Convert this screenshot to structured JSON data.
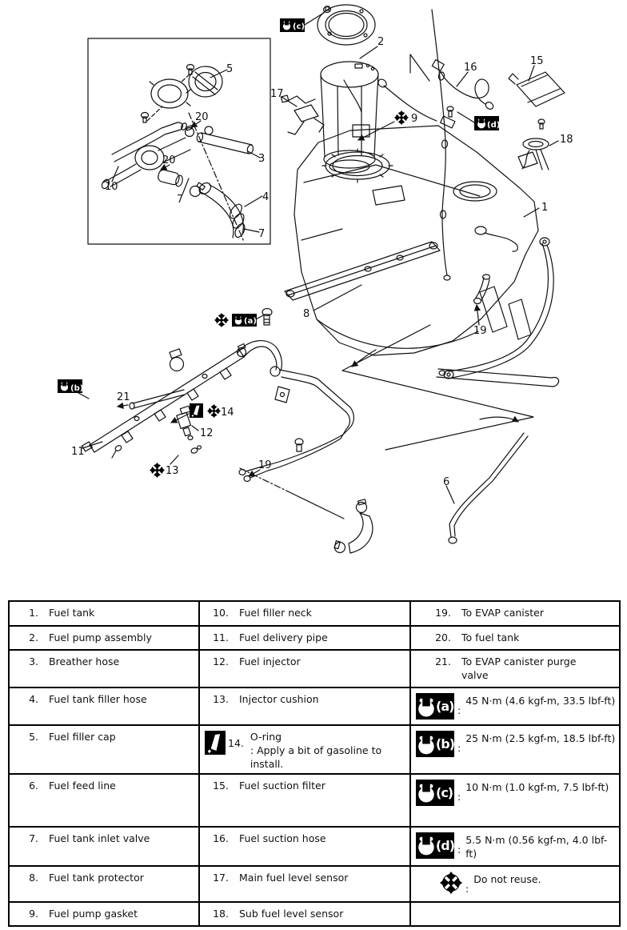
{
  "page": {
    "background": "#ffffff",
    "line_color": "#111111"
  },
  "diagram": {
    "callouts": {
      "c1": "1",
      "c2": "2",
      "c3": "3",
      "c4": "4",
      "c5": "5",
      "c6": "6",
      "c7a": "7",
      "c7b": "7",
      "c8": "8",
      "c9": "9",
      "c10": "10",
      "c11": "11",
      "c12": "12",
      "c13": "13",
      "c14": "14",
      "c15": "15",
      "c16": "16",
      "c17": "17",
      "c18": "18",
      "c19a": "19",
      "c19b": "19",
      "c20a": "20",
      "c20b": "20",
      "c21": "21"
    },
    "badges": {
      "a": "(a)",
      "b": "(b)",
      "c": "(c)",
      "d": "(d)"
    }
  },
  "table": {
    "col1": [
      {
        "num": "1.",
        "text": "Fuel tank"
      },
      {
        "num": "2.",
        "text": "Fuel pump assembly"
      },
      {
        "num": "3.",
        "text": "Breather hose"
      },
      {
        "num": "4.",
        "text": "Fuel tank filler hose"
      },
      {
        "num": "5.",
        "text": "Fuel filler cap"
      },
      {
        "num": "6.",
        "text": "Fuel feed line"
      },
      {
        "num": "7.",
        "text": "Fuel tank inlet valve"
      },
      {
        "num": "8.",
        "text": "Fuel tank protector"
      },
      {
        "num": "9.",
        "text": "Fuel pump gasket"
      }
    ],
    "col2": [
      {
        "num": "10.",
        "text": "Fuel filler neck"
      },
      {
        "num": "11.",
        "text": "Fuel delivery pipe"
      },
      {
        "num": "12.",
        "text": "Fuel injector"
      },
      {
        "num": "13.",
        "text": "Injector cushion"
      },
      {
        "num": "14.",
        "text": "O-ring",
        "note": ": Apply a bit of gasoline to install.",
        "icon": "grease-brush"
      },
      {
        "num": "15.",
        "text": "Fuel suction filter"
      },
      {
        "num": "16.",
        "text": "Fuel suction hose"
      },
      {
        "num": "17.",
        "text": "Main fuel level sensor"
      },
      {
        "num": "18.",
        "text": "Sub fuel level sensor"
      }
    ],
    "col3": [
      {
        "num": "19.",
        "text": "To EVAP canister"
      },
      {
        "num": "20.",
        "text": "To fuel tank"
      },
      {
        "num": "21.",
        "text": "To EVAP canister purge valve"
      },
      {
        "icon": "torque-wrench",
        "letter": "(a)",
        "colon": ":",
        "text": "45 N·m (4.6 kgf-m, 33.5 lbf-ft)"
      },
      {
        "icon": "torque-wrench",
        "letter": "(b)",
        "colon": ":",
        "text": "25 N·m (2.5 kgf-m, 18.5 lbf-ft)"
      },
      {
        "icon": "torque-wrench",
        "letter": "(c)",
        "colon": ":",
        "text": "10 N·m (1.0 kgf-m, 7.5 lbf-ft)"
      },
      {
        "icon": "torque-wrench",
        "letter": "(d)",
        "colon": ":",
        "text": "5.5 N·m (0.56 kgf-m, 4.0 lbf-ft)"
      },
      {
        "icon": "do-not-reuse",
        "colon": ":",
        "text": "Do not reuse."
      },
      {}
    ]
  }
}
